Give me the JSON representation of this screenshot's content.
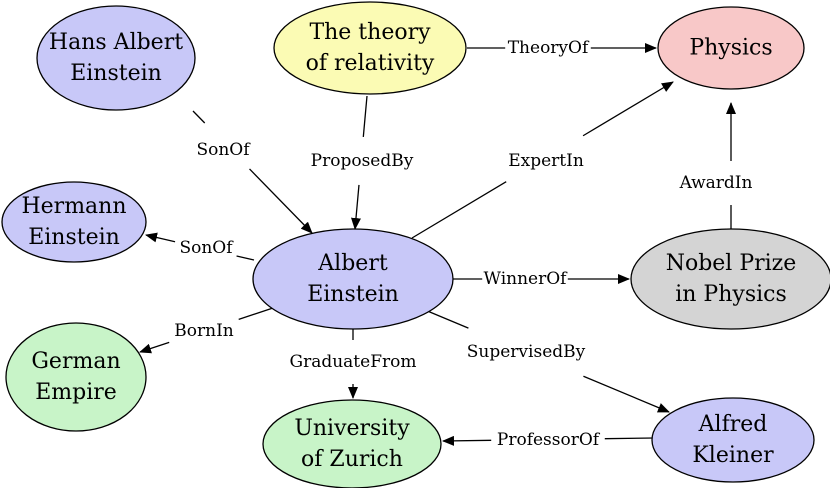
{
  "colors": {
    "person": "#c8c8f8",
    "theory": "#fbfbb4",
    "field": "#f8c8c8",
    "award": "#d4d4d4",
    "place": "#c8f4c8"
  },
  "nodes": [
    {
      "id": "hans",
      "lines": [
        "Hans Albert",
        "Einstein"
      ],
      "color": "person"
    },
    {
      "id": "theory",
      "lines": [
        "The theory",
        "of relativity"
      ],
      "color": "theory"
    },
    {
      "id": "physics",
      "lines": [
        "Physics"
      ],
      "color": "field"
    },
    {
      "id": "hermann",
      "lines": [
        "Hermann",
        "Einstein"
      ],
      "color": "person"
    },
    {
      "id": "albert",
      "lines": [
        "Albert",
        "Einstein"
      ],
      "color": "person"
    },
    {
      "id": "nobel",
      "lines": [
        "Nobel Prize",
        "in Physics"
      ],
      "color": "award"
    },
    {
      "id": "german",
      "lines": [
        "German",
        "Empire"
      ],
      "color": "place"
    },
    {
      "id": "zurich",
      "lines": [
        "University",
        "of Zurich"
      ],
      "color": "place"
    },
    {
      "id": "kleiner",
      "lines": [
        "Alfred",
        "Kleiner"
      ],
      "color": "person"
    }
  ],
  "edges": [
    {
      "from": "hans",
      "to": "albert",
      "label": "SonOf"
    },
    {
      "from": "theory",
      "to": "albert",
      "label": "ProposedBy"
    },
    {
      "from": "theory",
      "to": "physics",
      "label": "TheoryOf"
    },
    {
      "from": "albert",
      "to": "physics",
      "label": "ExpertIn"
    },
    {
      "from": "albert",
      "to": "hermann",
      "label": "SonOf"
    },
    {
      "from": "albert",
      "to": "nobel",
      "label": "WinnerOf"
    },
    {
      "from": "nobel",
      "to": "physics",
      "label": "AwardIn"
    },
    {
      "from": "albert",
      "to": "german",
      "label": "BornIn"
    },
    {
      "from": "albert",
      "to": "zurich",
      "label": "GraduateFrom"
    },
    {
      "from": "albert",
      "to": "kleiner",
      "label": "SupervisedBy"
    },
    {
      "from": "kleiner",
      "to": "zurich",
      "label": "ProfessorOf"
    }
  ]
}
